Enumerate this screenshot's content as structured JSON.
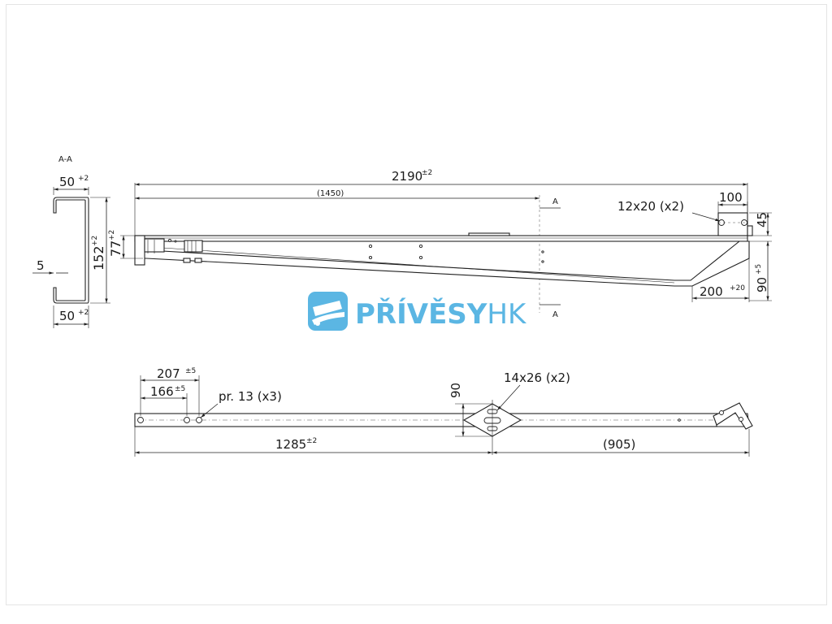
{
  "section": {
    "title": "A-A",
    "width_top": "50",
    "width_top_tol": "+2",
    "width_bottom": "50",
    "width_bottom_tol": "+2",
    "height": "152",
    "height_tol": "+2",
    "flange": "5"
  },
  "side_view": {
    "overall_length": "2190",
    "overall_length_tol": "±2",
    "inner_length": "(1450)",
    "end_height": "77",
    "end_height_tol": "+2",
    "slot_callout": "12x20 (x2)",
    "plate_width": "100",
    "plate_height": "45",
    "drop": "90",
    "drop_tol": "+5",
    "tip_length": "200",
    "tip_length_tol": "+20",
    "section_mark_top": "A",
    "section_mark_bottom": "A"
  },
  "top_view": {
    "hole_dist_1": "207",
    "hole_dist_1_tol": "±5",
    "hole_dist_2": "166",
    "hole_dist_2_tol": "±5",
    "hole_callout": "pr. 13 (x3)",
    "slot_callout": "14x26 (x2)",
    "plate_width": "90",
    "length_front": "1285",
    "length_front_tol": "±2",
    "length_rear": "(905)"
  },
  "logo": {
    "brand_main": "PŘÍVĚSY",
    "brand_suffix": "HK",
    "color": "#5bb6e3"
  }
}
